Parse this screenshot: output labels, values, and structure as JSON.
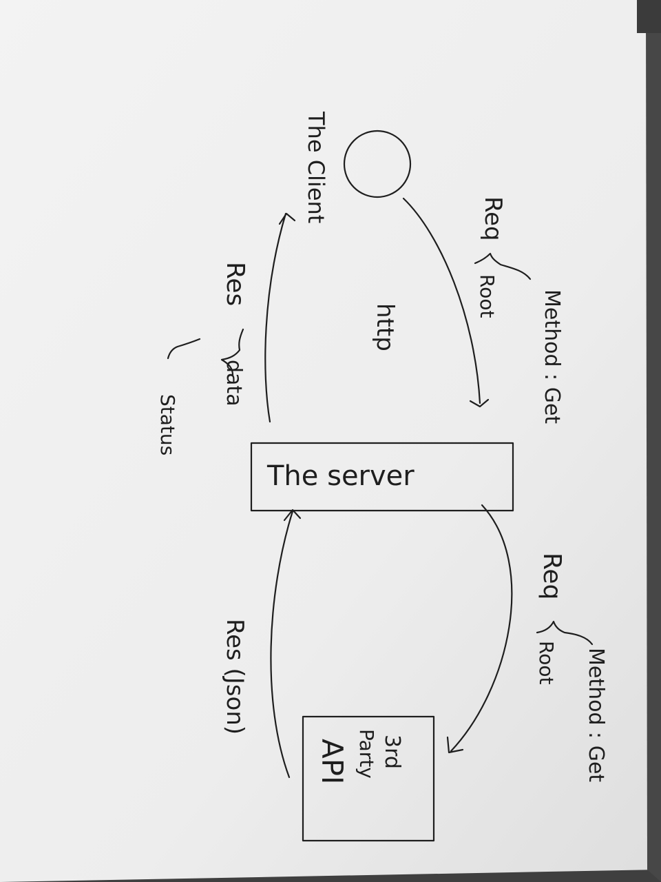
{
  "client": {
    "label": "The Client"
  },
  "request_to_server": {
    "prefix": "Req",
    "method": "Method : Get",
    "route": "Root"
  },
  "protocol": {
    "label": "http"
  },
  "response_to_client": {
    "prefix": "Res",
    "data": "data",
    "status": "Status"
  },
  "server": {
    "label": "The server"
  },
  "request_to_api": {
    "prefix": "Req",
    "method": "Method : Get",
    "route": "Root"
  },
  "response_from_api": {
    "label": "Res (Json)"
  },
  "api": {
    "line1": "3rd",
    "line2": "Party",
    "line3": "API"
  },
  "colors": {
    "paper": "#f1f1f1",
    "ink": "#1e1e1e",
    "background": "#3f3f3f"
  }
}
